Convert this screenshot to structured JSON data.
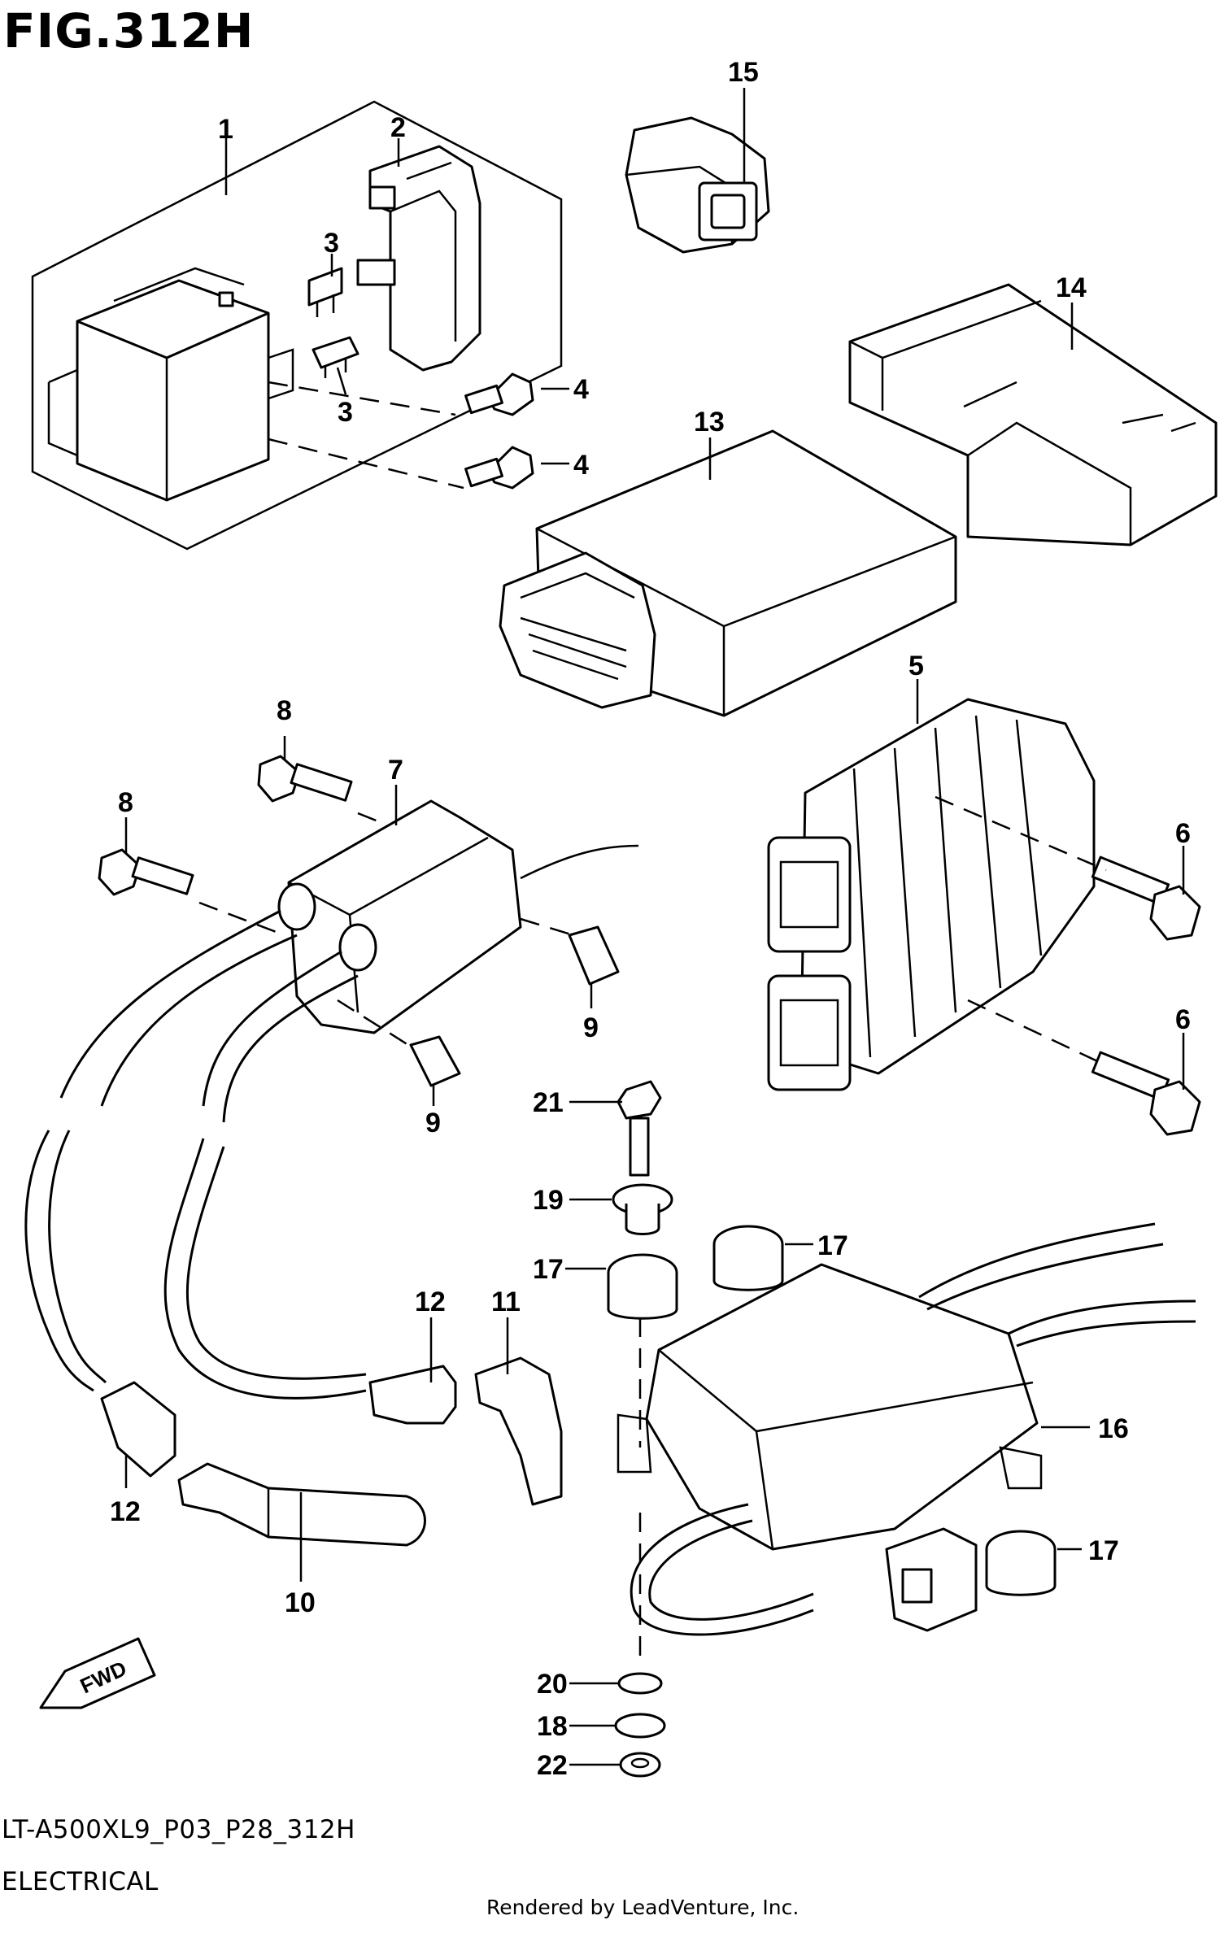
{
  "figure_title": "FIG.312H",
  "model_code": "LT-A500XL9_P03_P28_312H",
  "section_title": "ELECTRICAL",
  "credit": "Rendered by LeadVenture, Inc.",
  "fwd_label": "FWD",
  "callouts": [
    {
      "id": "c1",
      "label": "1"
    },
    {
      "id": "c2",
      "label": "2"
    },
    {
      "id": "c3a",
      "label": "3"
    },
    {
      "id": "c3b",
      "label": "3"
    },
    {
      "id": "c4a",
      "label": "4"
    },
    {
      "id": "c4b",
      "label": "4"
    },
    {
      "id": "c5",
      "label": "5"
    },
    {
      "id": "c6a",
      "label": "6"
    },
    {
      "id": "c6b",
      "label": "6"
    },
    {
      "id": "c7",
      "label": "7"
    },
    {
      "id": "c8a",
      "label": "8"
    },
    {
      "id": "c8b",
      "label": "8"
    },
    {
      "id": "c9a",
      "label": "9"
    },
    {
      "id": "c9b",
      "label": "9"
    },
    {
      "id": "c10",
      "label": "10"
    },
    {
      "id": "c11",
      "label": "11"
    },
    {
      "id": "c12a",
      "label": "12"
    },
    {
      "id": "c12b",
      "label": "12"
    },
    {
      "id": "c13",
      "label": "13"
    },
    {
      "id": "c14",
      "label": "14"
    },
    {
      "id": "c15",
      "label": "15"
    },
    {
      "id": "c16",
      "label": "16"
    },
    {
      "id": "c17a",
      "label": "17"
    },
    {
      "id": "c17b",
      "label": "17"
    },
    {
      "id": "c17c",
      "label": "17"
    },
    {
      "id": "c18",
      "label": "18"
    },
    {
      "id": "c19",
      "label": "19"
    },
    {
      "id": "c20",
      "label": "20"
    },
    {
      "id": "c21",
      "label": "21"
    },
    {
      "id": "c22",
      "label": "22"
    }
  ]
}
